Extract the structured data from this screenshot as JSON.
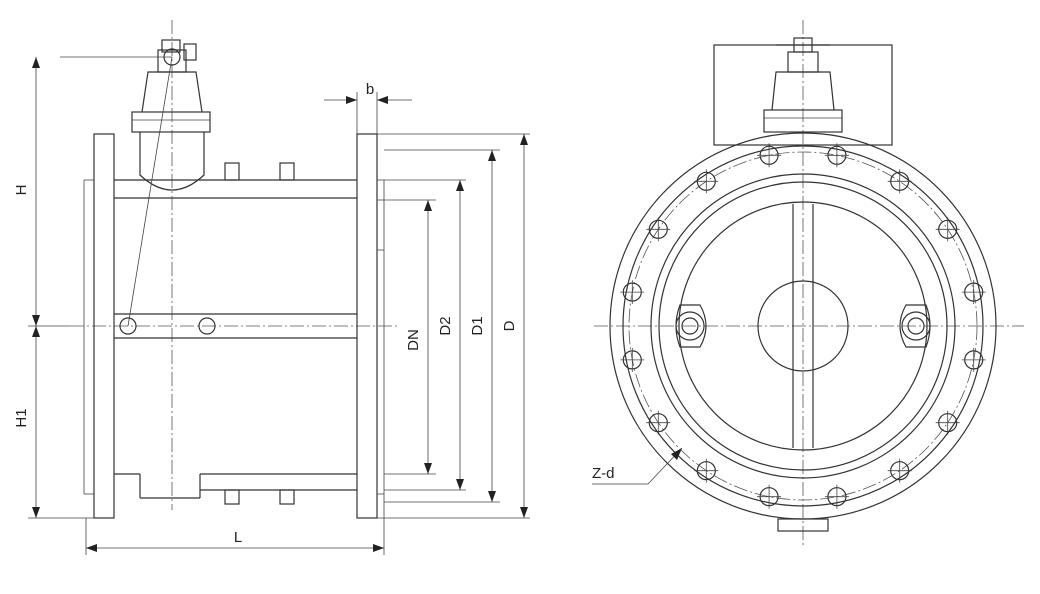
{
  "labels": {
    "H": "H",
    "H1": "H1",
    "L": "L",
    "b": "b",
    "DN": "DN",
    "D2": "D2",
    "D1": "D1",
    "D": "D",
    "Zd": "Z-d"
  },
  "colors": {
    "line": "#333333",
    "background": "#ffffff"
  }
}
